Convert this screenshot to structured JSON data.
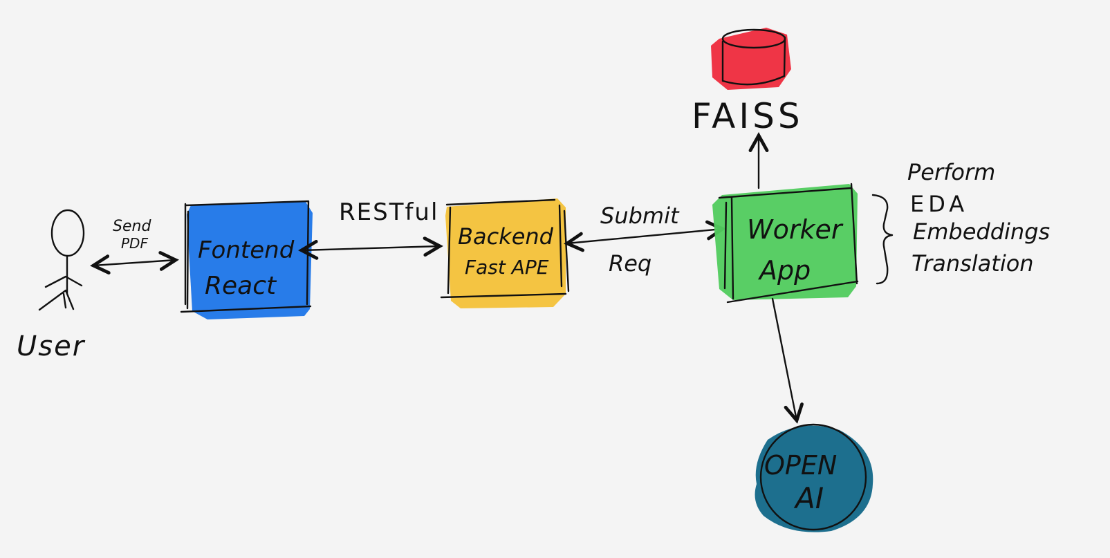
{
  "user": {
    "label": "User",
    "edge_label_line1": "Send",
    "edge_label_line2": "PDF"
  },
  "frontend": {
    "line1": "Fontend",
    "line2": "React",
    "color": "#1f77e8"
  },
  "restful_label": "RESTful",
  "backend": {
    "line1": "Backend",
    "line2": "Fast APE",
    "color": "#f4c23a"
  },
  "submit_label": {
    "line1": "Submit",
    "line2": "Req"
  },
  "worker": {
    "line1": "Worker",
    "line2": "App",
    "color": "#52cc5f"
  },
  "faiss": {
    "label": "FAISS",
    "color": "#ee2d3e"
  },
  "tasks": {
    "heading": "Perform",
    "items": [
      "EDA",
      "Embeddings",
      "Translation"
    ]
  },
  "openai": {
    "line1": "OPEN",
    "line2": "AI",
    "color": "#166a8a"
  }
}
